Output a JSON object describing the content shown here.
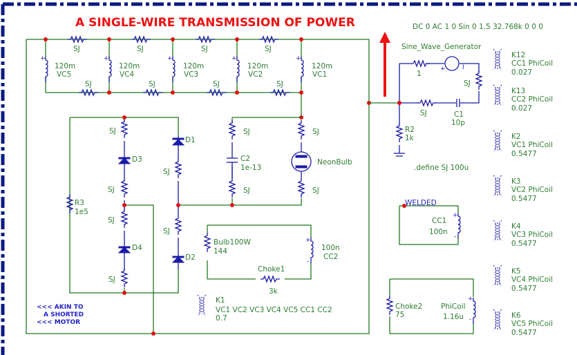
{
  "title": "A SINGLE-WIRE TRANSMISSION OF POWER",
  "source_spec": "DC 0 AC 1 0 Sin 0 1.5 32.768k 0 0 0",
  "define": ".define SJ 100u",
  "notes": [
    "<<< AKIN TO",
    "A SHORTED",
    "<<< MOTOR"
  ],
  "welded_label": "WELDED",
  "vc_coils": [
    {
      "value": "120m",
      "name": "VC5"
    },
    {
      "value": "120m",
      "name": "VC4"
    },
    {
      "value": "120m",
      "name": "VC3"
    },
    {
      "value": "120m",
      "name": "VC2"
    },
    {
      "value": "120m",
      "name": "VC1"
    }
  ],
  "sj": "SJ",
  "diodes": [
    "D1",
    "D2",
    "D3",
    "D4"
  ],
  "r3": {
    "name": "R3",
    "value": "1e5"
  },
  "c2": {
    "name": "C2",
    "value": "1e-13"
  },
  "neon": "NeonBulb",
  "bulb": {
    "name": "Bulb100W",
    "value": "144"
  },
  "cc2": {
    "value": "100n",
    "name": "CC2"
  },
  "choke1": {
    "name": "Choke1",
    "value": "3k"
  },
  "k1": {
    "name": "K1",
    "coils": "VC1 VC2 VC3 VC4 VC5 CC1 CC2",
    "value": "0.7"
  },
  "generator": {
    "name": "Sine_Wave_Generator",
    "r_value": "1"
  },
  "c1": {
    "name": "C1",
    "value": "10p"
  },
  "r2": {
    "name": "R2",
    "value": "1k"
  },
  "cc1": {
    "name": "CC1",
    "value": "100n"
  },
  "choke2": {
    "name": "Choke2",
    "value": "75"
  },
  "phicoil": {
    "name": "PhiCoil",
    "value": "1.16u"
  },
  "couplings": [
    {
      "name": "K12",
      "coils": "CC1 PhiCoil",
      "value": "0.027"
    },
    {
      "name": "K13",
      "coils": "CC2 PhiCoil",
      "value": "0.027"
    },
    {
      "name": "K2",
      "coils": "VC1 PhiCoil",
      "value": "0.5477"
    },
    {
      "name": "K3",
      "coils": "VC2 PhiCoil",
      "value": "0.5477"
    },
    {
      "name": "K4",
      "coils": "VC3 PhiCoil",
      "value": "0.5477"
    },
    {
      "name": "K5",
      "coils": "VC4 PhiCoil",
      "value": "0.5477"
    },
    {
      "name": "K6",
      "coils": "VC5 PhiCoil",
      "value": "0.5477"
    }
  ],
  "colors": {
    "wire": "#207820",
    "component": "#1a1aa8",
    "node": "#e01010",
    "title": "#ee1111",
    "frame": "#0a1a80"
  }
}
